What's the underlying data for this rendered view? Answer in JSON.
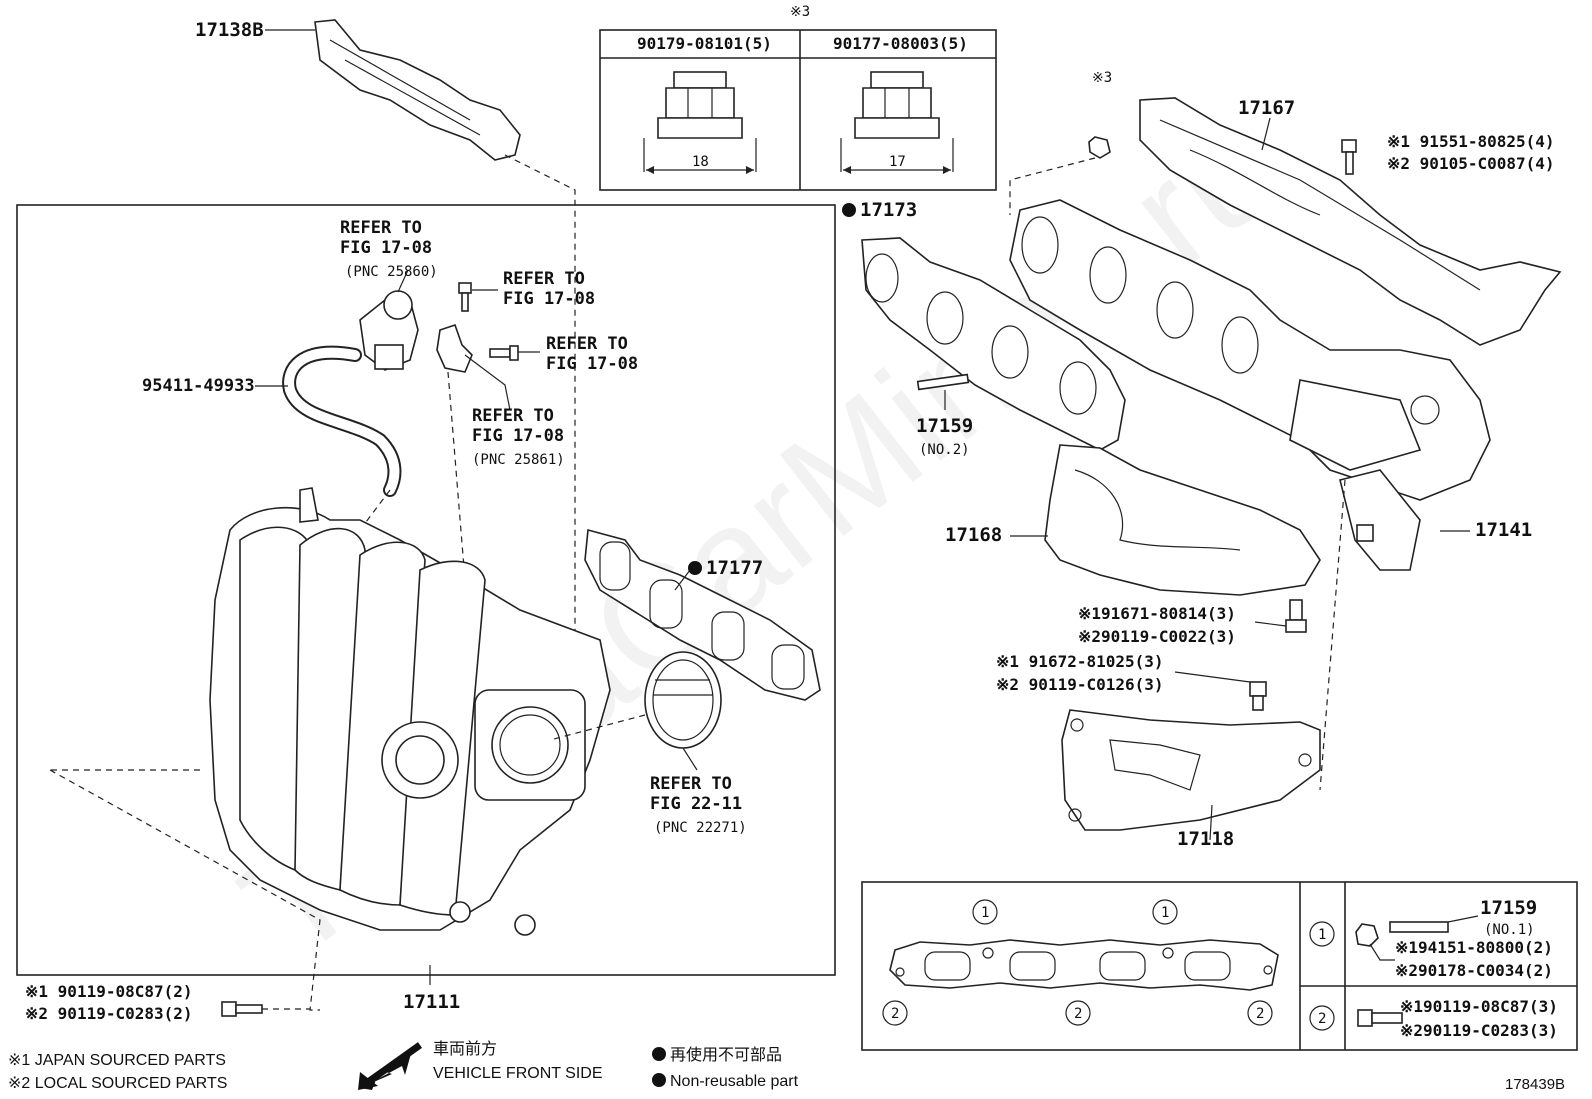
{
  "diagram_id": "178439B",
  "watermark": "ToyotaCarMines.ru",
  "front_side": {
    "jp": "車両前方",
    "en": "VEHICLE FRONT SIDE"
  },
  "legend": {
    "japan": "※1 JAPAN SOURCED PARTS",
    "local": "※2 LOCAL SOURCED PARTS",
    "non_reusable_jp": "再使用不可部品",
    "non_reusable_en": "Non-reusable part"
  },
  "nut_table": {
    "mark": "※3",
    "col1": {
      "part": "90179-08101(5)",
      "size": "18"
    },
    "col2": {
      "part": "90177-08003(5)",
      "size": "17"
    }
  },
  "labels": {
    "p17138b": "17138B",
    "p95411": "95411-49933",
    "ref_25860": "REFER TO\nFIG 17-08",
    "pnc_25860": "(PNC 25860)",
    "ref_a": "REFER TO\nFIG 17-08",
    "ref_b": "REFER TO\nFIG 17-08",
    "ref_25861": "REFER TO\nFIG 17-08",
    "pnc_25861": "(PNC 25861)",
    "p17177": "17177",
    "ref_22271": "REFER TO\nFIG 22-11",
    "pnc_22271": "(PNC 22271)",
    "bolt_bl_1": "※1 90119-08C87(2)",
    "bolt_bl_2": "※2 90119-C0283(2)",
    "p17111": "17111",
    "p17173": "17173",
    "p17159": "17159",
    "p17159_no": "(NO.2)",
    "nut_mark": "※3",
    "p17167": "17167",
    "bolt_tr_1": "※1 91551-80825(4)",
    "bolt_tr_2": "※2 90105-C0087(4)",
    "p17168": "17168",
    "p17141": "17141",
    "bolt_m1_1": "※191671-80814(3)",
    "bolt_m1_2": "※290119-C0022(3)",
    "bolt_m2_1": "※1 91672-81025(3)",
    "bolt_m2_2": "※2 90119-C0126(3)",
    "p17118": "17118"
  },
  "detail_box": {
    "circle1": "1",
    "circle2": "2",
    "r1_part": "17159",
    "r1_no": "(NO.1)",
    "r1_a": "※194151-80800(2)",
    "r1_b": "※290178-C0034(2)",
    "r2_a": "※190119-08C87(3)",
    "r2_b": "※290119-C0283(3)"
  }
}
